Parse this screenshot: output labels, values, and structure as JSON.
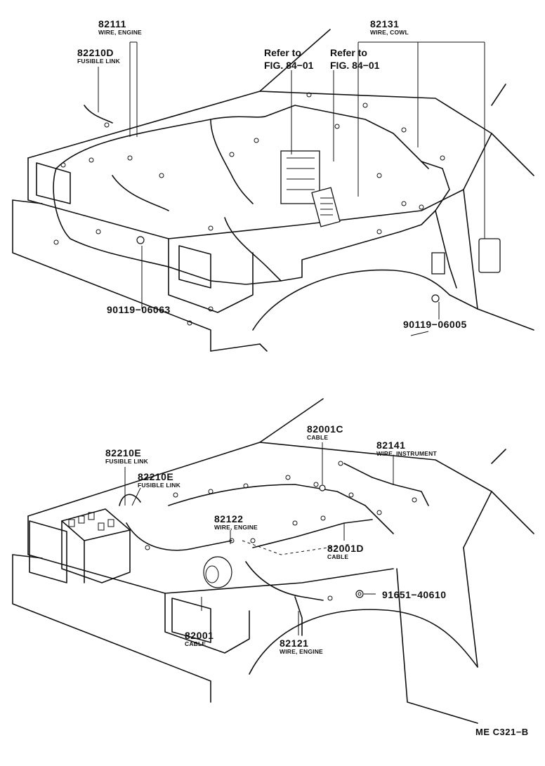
{
  "labels": {
    "p82111": {
      "part": "82111",
      "desc": "WIRE, ENGINE"
    },
    "p82210D": {
      "part": "82210D",
      "desc": "FUSIBLE LINK"
    },
    "p82131": {
      "part": "82131",
      "desc": "WIRE, COWL"
    },
    "ref1": {
      "line1": "Refer to",
      "line2": "FIG. 84−01"
    },
    "ref2": {
      "line1": "Refer to",
      "line2": "FIG. 84−01"
    },
    "p90119a": {
      "part": "90119−06063"
    },
    "p90119b": {
      "part": "90119−06005"
    },
    "p82210E_1": {
      "part": "82210E",
      "desc": "FUSIBLE LINK"
    },
    "p82210E_2": {
      "part": "82210E",
      "desc": "FUSIBLE LINK"
    },
    "p82001C": {
      "part": "82001C",
      "desc": "CABLE"
    },
    "p82141": {
      "part": "82141",
      "desc": "WIRE, INSTRUMENT"
    },
    "p82122": {
      "part": "82122",
      "desc": "WIRE, ENGINE"
    },
    "p82001D": {
      "part": "82001D",
      "desc": "CABLE"
    },
    "p91651": {
      "part": "91651−40610"
    },
    "p82001": {
      "part": "82001",
      "desc": "CABLE"
    },
    "p82121": {
      "part": "82121",
      "desc": "WIRE, ENGINE"
    }
  },
  "figure_code": "ME C321−B"
}
